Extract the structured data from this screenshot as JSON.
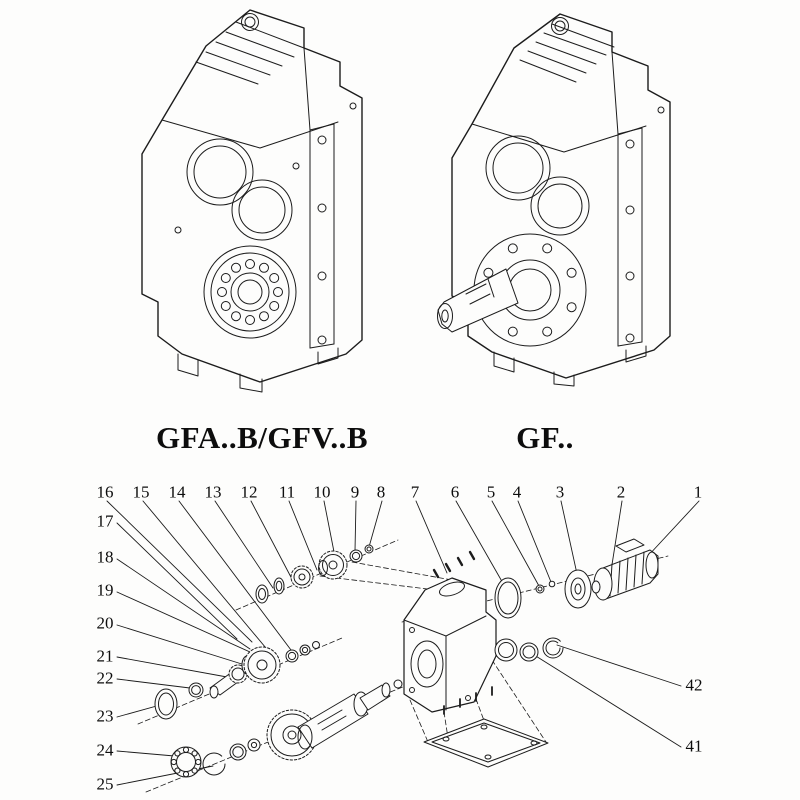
{
  "drawings": {
    "left_label": "GFA..B/GFV..B",
    "right_label": "GF.."
  },
  "exploded": {
    "top_numbers": [
      "16",
      "15",
      "14",
      "13",
      "12",
      "11",
      "10",
      "9",
      "8",
      "7",
      "6",
      "5",
      "4",
      "3",
      "2",
      "1"
    ],
    "left_numbers": [
      "17",
      "18",
      "19",
      "20",
      "21",
      "22",
      "23",
      "24",
      "25"
    ],
    "right_numbers": [
      "42",
      "41"
    ]
  },
  "colors": {
    "line": "#1c1c1c",
    "background": "#fdfdfc"
  }
}
